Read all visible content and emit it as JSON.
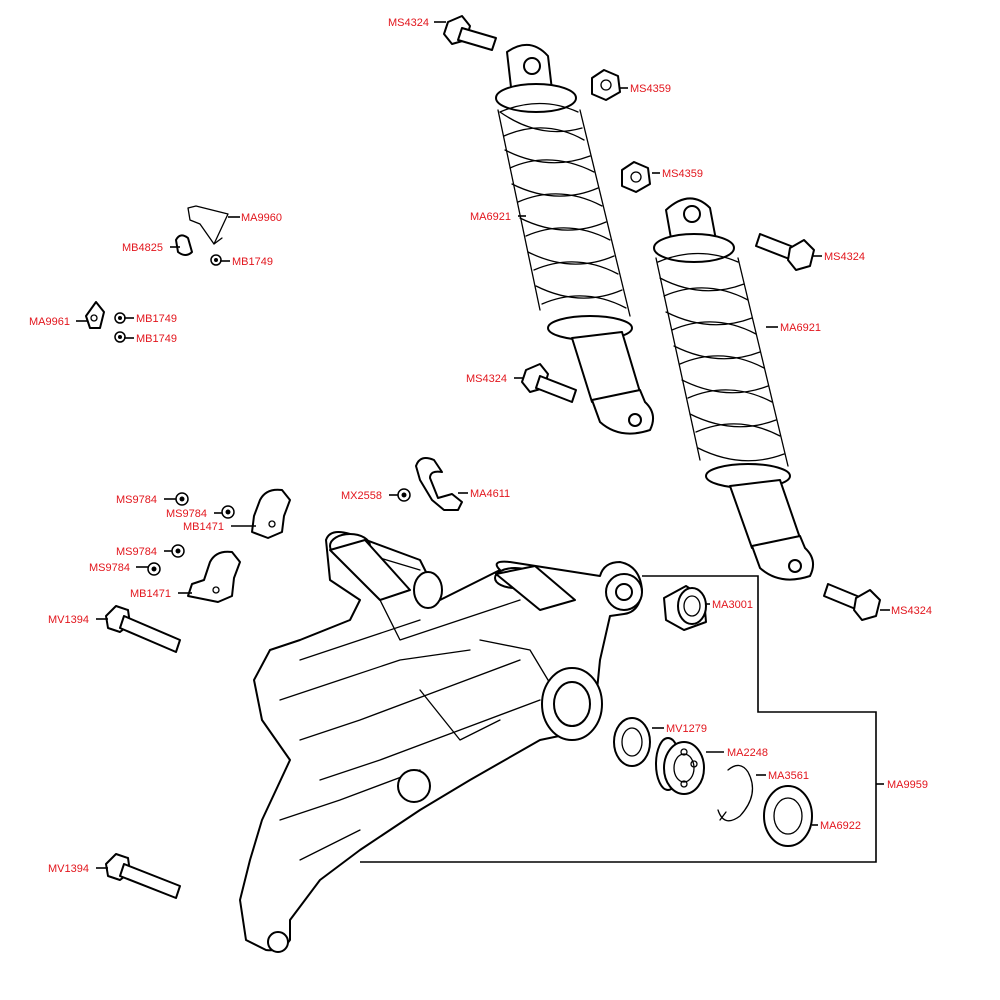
{
  "parts": {
    "ms4324_top": "MS4324",
    "ms4359_a": "MS4359",
    "ms4359_b": "MS4359",
    "ma9960": "MA9960",
    "mb4825": "MB4825",
    "mb1749_a": "MB1749",
    "ma6921_a": "MA6921",
    "ms4324_right": "MS4324",
    "ma9961": "MA9961",
    "mb1749_b": "MB1749",
    "mb1749_c": "MB1749",
    "ma6921_b": "MA6921",
    "ms4324_mid": "MS4324",
    "mx2558": "MX2558",
    "ma4611": "MA4611",
    "ms9784_a": "MS9784",
    "ms9784_b": "MS9784",
    "mb1471_a": "MB1471",
    "ms9784_c": "MS9784",
    "ms9784_d": "MS9784",
    "mb1471_b": "MB1471",
    "ma3001": "MA3001",
    "ms4324_low": "MS4324",
    "mv1394_a": "MV1394",
    "mv1279": "MV1279",
    "ma2248": "MA2248",
    "ma3561": "MA3561",
    "ma9959": "MA9959",
    "ma6922": "MA6922",
    "mv1394_b": "MV1394"
  },
  "colors": {
    "label": "#e2161d",
    "line": "#000000",
    "background": "#ffffff"
  }
}
